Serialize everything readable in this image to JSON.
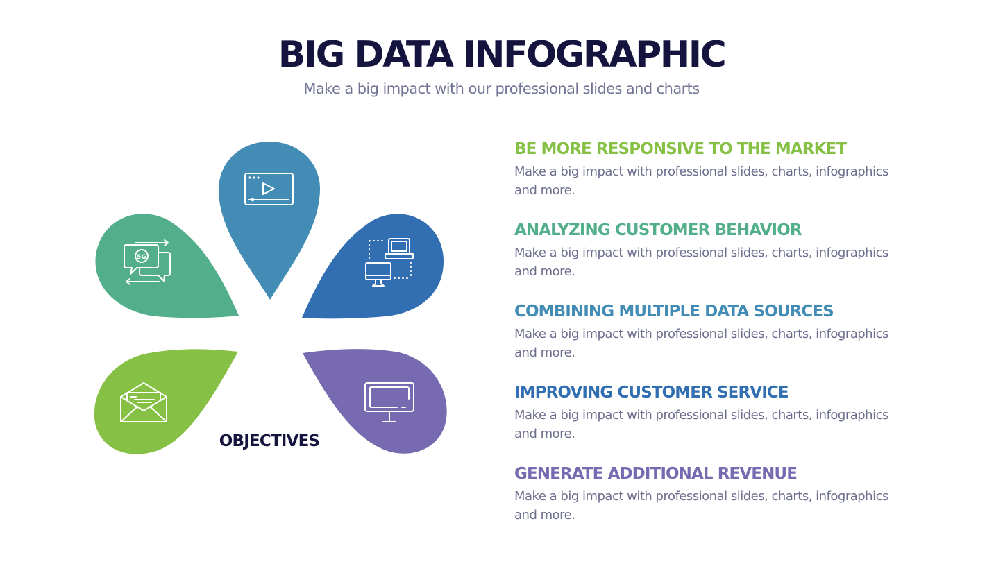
{
  "header": {
    "title": "BIG DATA INFOGRAPHIC",
    "subtitle": "Make a big impact with our professional slides and charts"
  },
  "diagram": {
    "center_label": "OBJECTIVES",
    "petals": [
      {
        "position": "top",
        "color": "#428cb5",
        "icon": "video-player-icon"
      },
      {
        "position": "upper-left",
        "color": "#52ae8b",
        "icon": "5g-chat-exchange-icon"
      },
      {
        "position": "upper-right",
        "color": "#326eb2",
        "icon": "laptop-desktop-sync-icon"
      },
      {
        "position": "lower-left",
        "color": "#86c045",
        "icon": "open-envelope-icon"
      },
      {
        "position": "lower-right",
        "color": "#776ab1",
        "icon": "monitor-icon"
      }
    ]
  },
  "objectives": [
    {
      "title": "BE MORE RESPONSIVE TO THE MARKET",
      "description": "Make a big impact with professional slides, charts, infographics and more.",
      "color": "#86c045"
    },
    {
      "title": "ANALYZING CUSTOMER BEHAVIOR",
      "description": "Make a big impact with professional slides, charts, infographics and more.",
      "color": "#52ae8b"
    },
    {
      "title": "COMBINING MULTIPLE DATA SOURCES",
      "description": "Make a big impact with professional slides, charts, infographics and more.",
      "color": "#428cb5"
    },
    {
      "title": "IMPROVING CUSTOMER SERVICE",
      "description": "Make a big impact with professional slides, charts, infographics and more.",
      "color": "#326eb2"
    },
    {
      "title": "GENERATE ADDITIONAL REVENUE",
      "description": "Make a big impact with professional slides, charts, infographics and more.",
      "color": "#776ab1"
    }
  ]
}
